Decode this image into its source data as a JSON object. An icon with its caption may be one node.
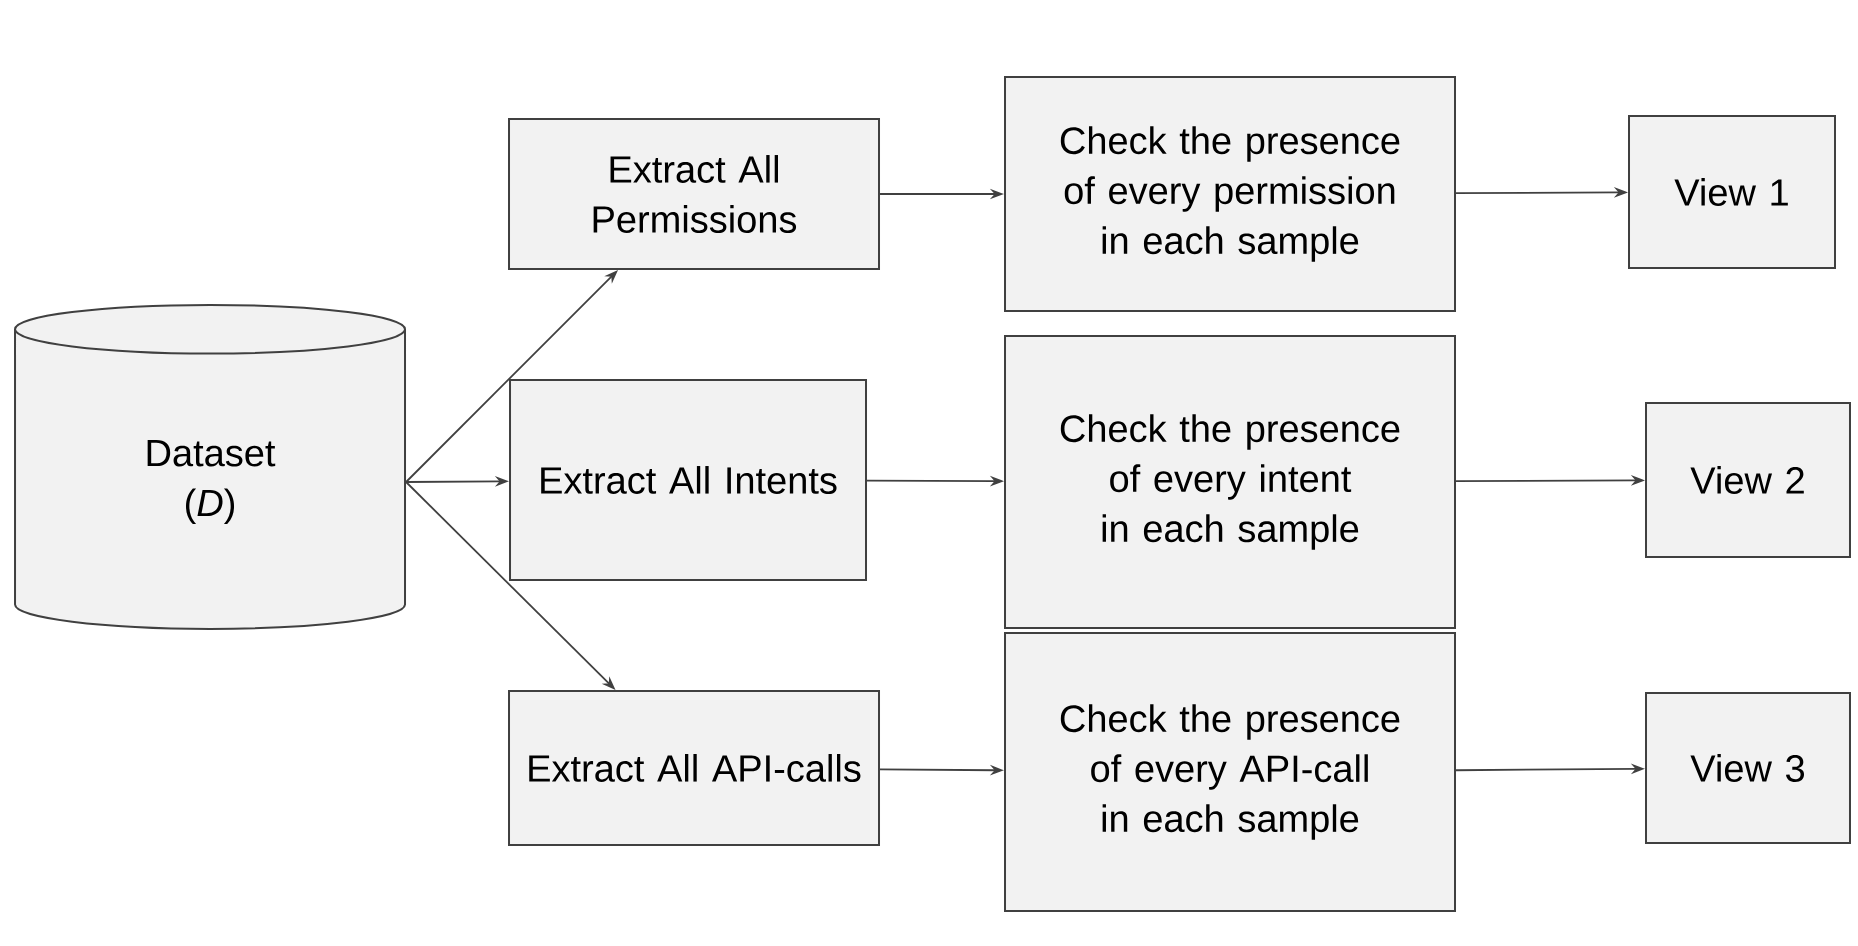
{
  "diagram": {
    "nodes": [
      {
        "text": [
          "Dataset",
          "(*D*)"
        ]
      },
      {
        "text": [
          "Extract All Permissions"
        ]
      },
      {
        "text": [
          "Check the presence of every permission in each sample"
        ]
      },
      {
        "text": [
          "View 1"
        ]
      },
      {
        "text": [
          "Extract All Intents"
        ]
      },
      {
        "text": [
          "Check the presence of every intent in each sample"
        ]
      },
      {
        "text": [
          "View 2"
        ]
      },
      {
        "text": [
          "Extract All API-calls"
        ]
      },
      {
        "text": [
          "Check the presence of every API-call in each sample"
        ]
      },
      {
        "text": [
          "View 3"
        ]
      }
    ],
    "edges": [
      {
        "from": 0,
        "to": 1,
        "arrow": "to"
      },
      {
        "from": 0,
        "to": 4,
        "arrow": "to"
      },
      {
        "from": 0,
        "to": 7,
        "arrow": "to"
      },
      {
        "from": 1,
        "to": 2,
        "arrow": "to"
      },
      {
        "from": 2,
        "to": 3,
        "arrow": "to"
      },
      {
        "from": 4,
        "to": 5,
        "arrow": "to"
      },
      {
        "from": 5,
        "to": 6,
        "arrow": "to"
      },
      {
        "from": 7,
        "to": 8,
        "arrow": "to"
      },
      {
        "from": 8,
        "to": 9,
        "arrow": "to"
      }
    ]
  }
}
